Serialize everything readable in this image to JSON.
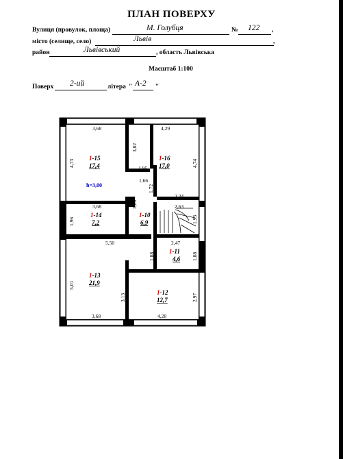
{
  "header": {
    "title": "ПЛАН ПОВЕРХУ",
    "street_label": "Вулиця (провулок, площа)",
    "street_value": "М. Голубця",
    "number_sign": "№",
    "number_value": "122",
    "city_label": "місто (селище, село)",
    "city_value": "Львів",
    "district_label": "район",
    "district_value": "Львівський",
    "region_text": ", область Львівська",
    "scale": "Масштаб 1:100",
    "floor_label": "Поверх",
    "floor_value": "2-ий",
    "letter_label": "літера",
    "letter_open": "\"",
    "letter_value": "А-2",
    "letter_close": "\"",
    "comma": ","
  },
  "plan": {
    "dims": {
      "top_left_width": "3,68",
      "top_right_width": "4,29",
      "left_height_top": "4,73",
      "mid_wall_height": "3,02",
      "right_height_top": "4,74",
      "corridor_width": "1,95",
      "corridor_step": "1,66",
      "corridor_height": "1,72",
      "stair_top_width": "2,34",
      "stair_width": "2,63",
      "stair_height": "1,93",
      "r14_width": "3,68",
      "r14_height": "1,96",
      "r10_height": "3,80",
      "r13_top_width": "5,50",
      "r11_width": "2,47",
      "r11_left_height": "1,88",
      "r11_right_height": "1,88",
      "left_height_bottom": "5,01",
      "r13_right_height": "3,13",
      "r12_height": "2,97",
      "bottom_left_width": "3,68",
      "bottom_right_width": "4,28"
    },
    "ceiling_height": "h=3,00",
    "rooms": [
      {
        "num": "1",
        "id": "-15",
        "area": "17,4"
      },
      {
        "num": "1",
        "id": "-16",
        "area": "17,0"
      },
      {
        "num": "1",
        "id": "-14",
        "area": "7,2"
      },
      {
        "num": "1",
        "id": "-10",
        "area": "6,9"
      },
      {
        "num": "1",
        "id": "-11",
        "area": "4,6"
      },
      {
        "num": "1",
        "id": "-13",
        "area": "21,9"
      },
      {
        "num": "1",
        "id": "-12",
        "area": "12,7"
      }
    ]
  },
  "colors": {
    "room_number": "#cc0000",
    "ceiling": "#0000cc",
    "wall": "#000000"
  }
}
